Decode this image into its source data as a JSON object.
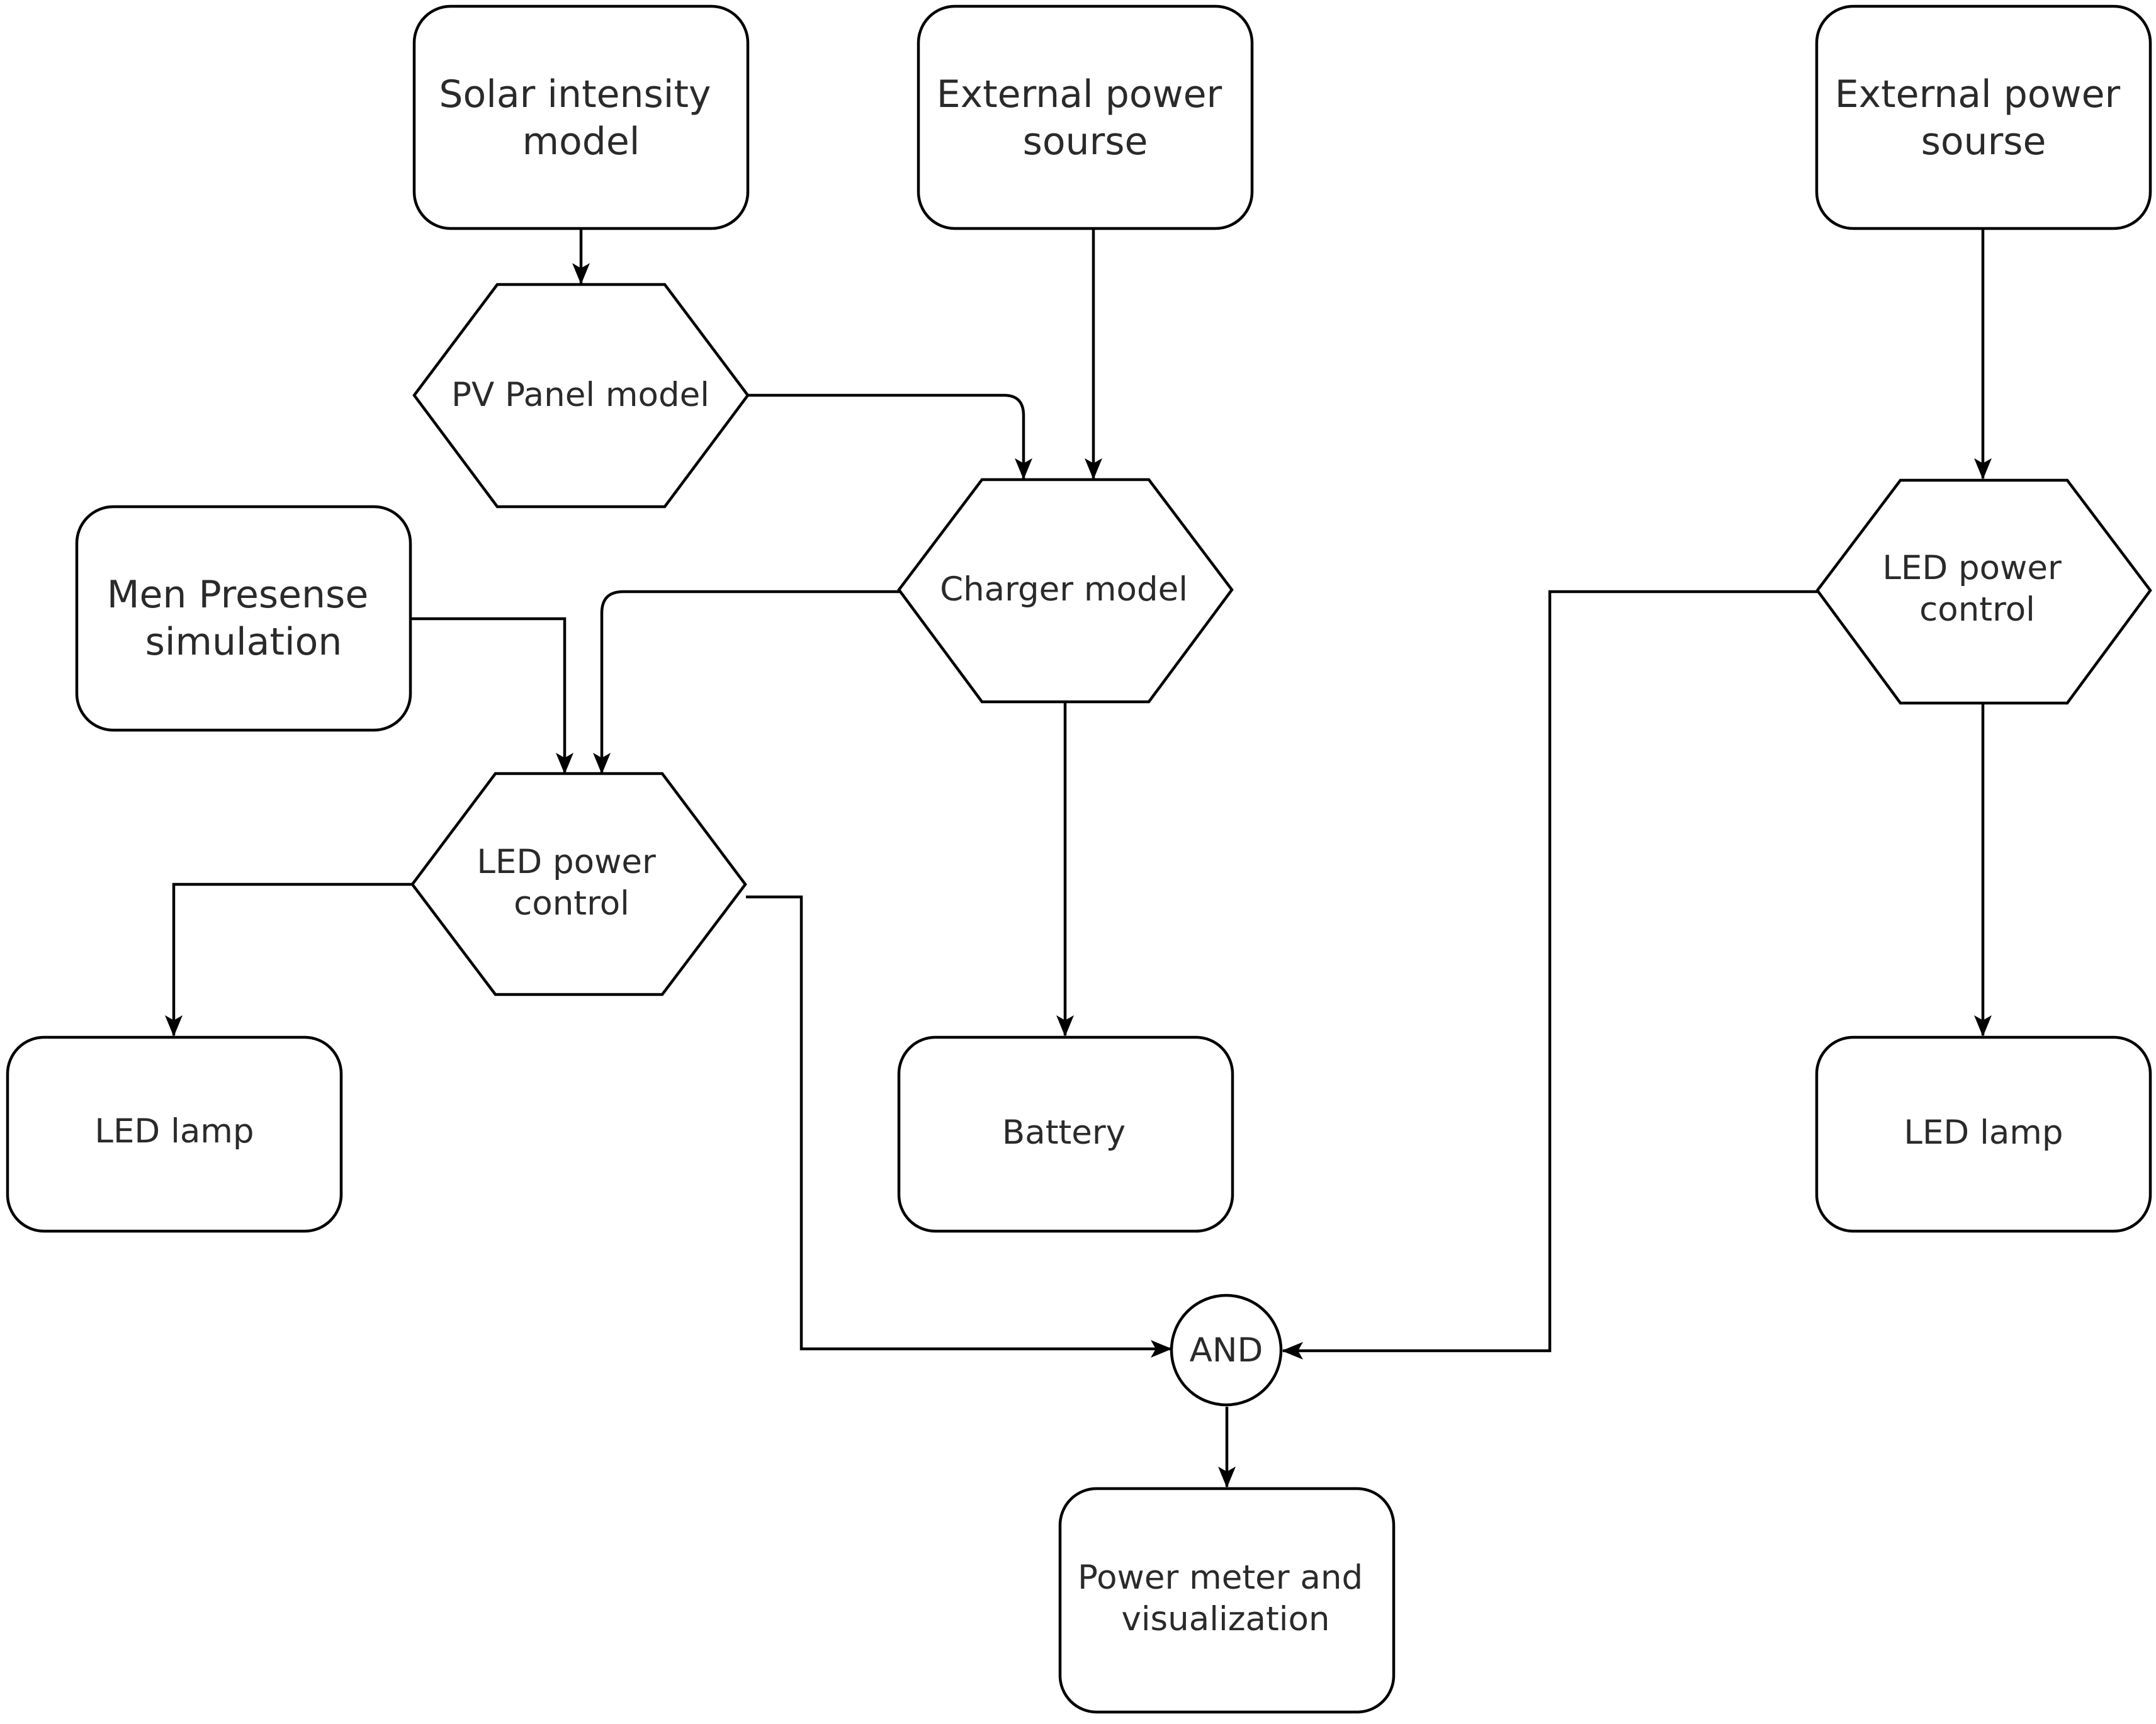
{
  "colors": {
    "stroke": "#000000",
    "fill": "#ffffff",
    "text": "#2a2a2a"
  },
  "nodes": {
    "solar_intensity": {
      "lines": [
        "Solar intensity",
        "model"
      ]
    },
    "external_power_1": {
      "lines": [
        "External power",
        "sourse"
      ]
    },
    "external_power_2": {
      "lines": [
        "External power",
        "sourse"
      ]
    },
    "pv_panel": {
      "lines": [
        "PV Panel model"
      ]
    },
    "charger": {
      "lines": [
        "Charger model"
      ]
    },
    "men_presense": {
      "lines": [
        "Men Presense",
        "simulation"
      ]
    },
    "led_power_control_1": {
      "lines": [
        "LED power",
        "control"
      ]
    },
    "led_power_control_2": {
      "lines": [
        "LED power",
        "control"
      ]
    },
    "led_lamp_1": {
      "lines": [
        "LED lamp"
      ]
    },
    "battery": {
      "lines": [
        "Battery"
      ]
    },
    "led_lamp_2": {
      "lines": [
        "LED lamp"
      ]
    },
    "and_gate": {
      "lines": [
        "AND"
      ]
    },
    "power_meter": {
      "lines": [
        "Power meter and",
        "visualization"
      ]
    }
  },
  "edges": [
    {
      "from": "solar_intensity",
      "to": "pv_panel"
    },
    {
      "from": "pv_panel",
      "to": "charger"
    },
    {
      "from": "external_power_1",
      "to": "charger"
    },
    {
      "from": "men_presense",
      "to": "led_power_control_1"
    },
    {
      "from": "charger",
      "to": "led_power_control_1"
    },
    {
      "from": "charger",
      "to": "battery"
    },
    {
      "from": "led_power_control_1",
      "to": "led_lamp_1"
    },
    {
      "from": "led_power_control_1",
      "to": "and_gate"
    },
    {
      "from": "external_power_2",
      "to": "led_power_control_2"
    },
    {
      "from": "led_power_control_2",
      "to": "led_lamp_2"
    },
    {
      "from": "led_power_control_2",
      "to": "and_gate"
    },
    {
      "from": "and_gate",
      "to": "power_meter"
    }
  ]
}
